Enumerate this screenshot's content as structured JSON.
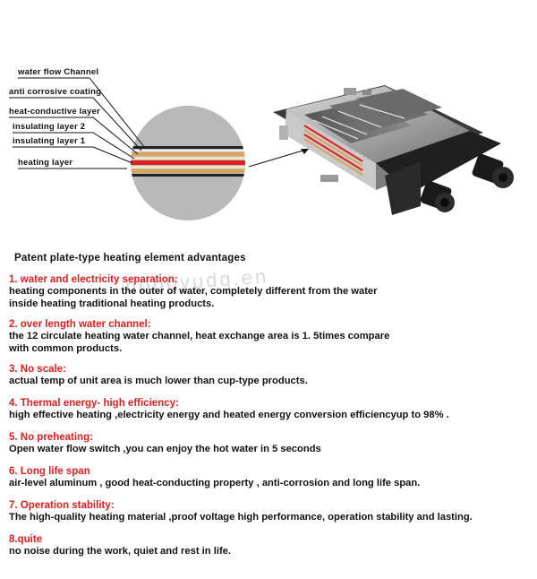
{
  "figure": {
    "labels": [
      "water flow Channel",
      "anti corrosive coating",
      "heat-conductive layer",
      "insulating layer 2",
      "insulating layer 1",
      "heating layer"
    ],
    "layer_colors": {
      "channel": "#222222",
      "coating": "#c0c0c0",
      "conductive": "#d9a55a",
      "insulating2": "#e8c28a",
      "insulating1": "#f2e3c2",
      "heating": "#e02020"
    }
  },
  "watermark": "hongyudq.en",
  "heading": "Patent plate-type  heating element  advantages",
  "sections": [
    {
      "title": "1. water and electricity separation:",
      "lines": [
        "heating  components in  the outer  of water,  completely different  from  the water",
        "  inside heating   traditional  heating  products."
      ]
    },
    {
      "title": "2.  over length water channel:",
      "lines": [
        "the 12 circulate  heating  water channel,   heat exchange  area  is  1. 5times  compare",
        "  with common products."
      ]
    },
    {
      "title": "3. No scale:",
      "lines": [
        "  actual  temp  of  unit area  is  much  lower  than  cup-type  products."
      ]
    },
    {
      "title": "4. Thermal energy- high efficiency:",
      "lines": [
        "high effective heating ,electricity energy and heated energy conversion efficiencyup to 98% ."
      ]
    },
    {
      "title": "5. No preheating:",
      "lines": [
        "Open water  flow switch ,you can enjoy the hot water in 5 seconds"
      ]
    },
    {
      "title": "6. Long life span",
      "lines": [
        "air-level aluminum ,  good  heat-conducting property ,  anti-corrosion  and  long  life  span."
      ]
    },
    {
      "title": "7. Operation stability:",
      "lines": [
        "The high-quality heating material ,proof voltage  high performance, operation stability and lasting."
      ]
    },
    {
      "title": "8.quite",
      "lines": [
        "no noise during the work, quiet and rest in life."
      ]
    }
  ]
}
